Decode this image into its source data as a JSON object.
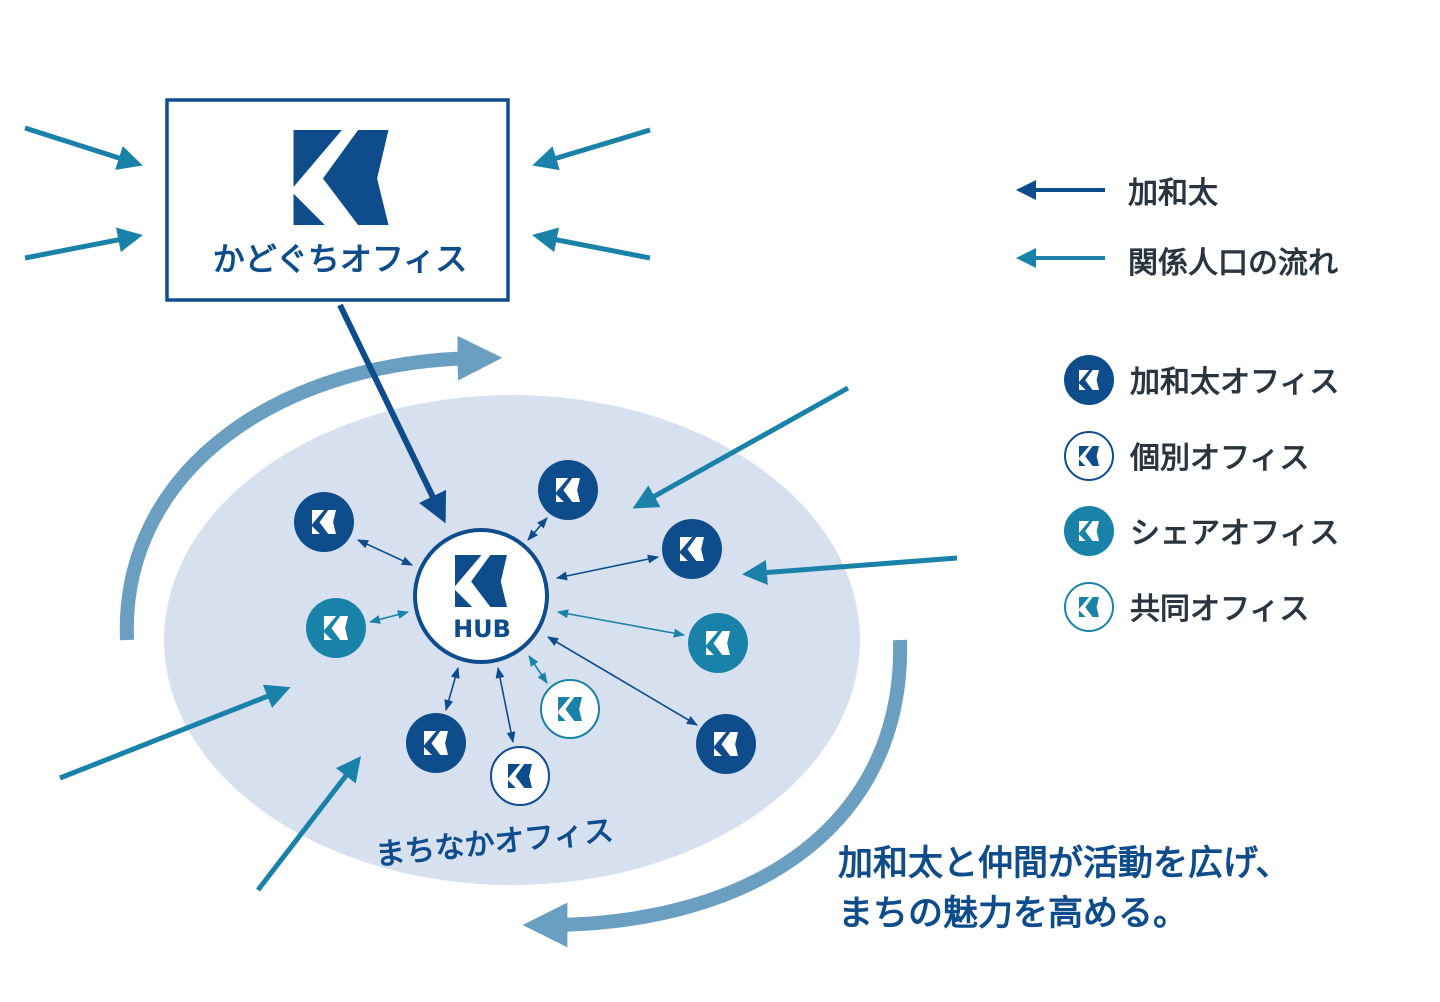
{
  "colors": {
    "navy": "#0f4c8c",
    "teal": "#1a82a8",
    "ellipse": "#d6e0ee",
    "cycle": "#6a9fc2",
    "text": "#2a3540"
  },
  "gateway": {
    "label": "かどぐちオフィス"
  },
  "hub": {
    "label": "HUB"
  },
  "town": {
    "label": "まちなかオフィス"
  },
  "legend": {
    "arrows": [
      {
        "label": "加和太",
        "color": "#0f4c8c"
      },
      {
        "label": "関係人口の流れ",
        "color": "#1a82a8"
      }
    ],
    "icons": [
      {
        "label": "加和太オフィス",
        "style": "filled-navy"
      },
      {
        "label": "個別オフィス",
        "style": "outline-navy"
      },
      {
        "label": "シェアオフィス",
        "style": "filled-teal"
      },
      {
        "label": "共同オフィス",
        "style": "outline-teal"
      }
    ]
  },
  "tagline": {
    "line1": "加和太と仲間が活動を広げ、",
    "line2": "まちの魅力を高める。"
  }
}
